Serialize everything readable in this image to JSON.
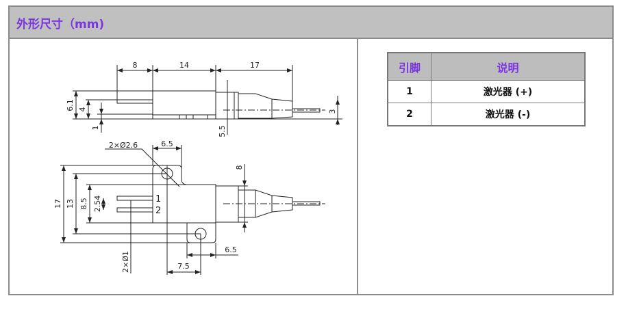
{
  "header": {
    "title": "外形尺寸（mm)"
  },
  "colors": {
    "accent": "#7a35e0",
    "header_bg": "#c0c0c0"
  },
  "drawing": {
    "top_view": {
      "dims": [
        "8",
        "14",
        "17",
        "6.1",
        "4",
        "1",
        "5.5",
        "3"
      ]
    },
    "side_view": {
      "dims": [
        "2×Ø2.6",
        "6.5",
        "17",
        "13",
        "8.5",
        "2.54",
        "2×Ø1",
        "8",
        "6.5",
        "7.5"
      ],
      "pins": [
        "1",
        "2"
      ]
    }
  },
  "pin_table": {
    "headers": [
      "引脚",
      "说明"
    ],
    "rows": [
      [
        "1",
        "激光器 (+)"
      ],
      [
        "2",
        "激光器 (-)"
      ]
    ]
  }
}
